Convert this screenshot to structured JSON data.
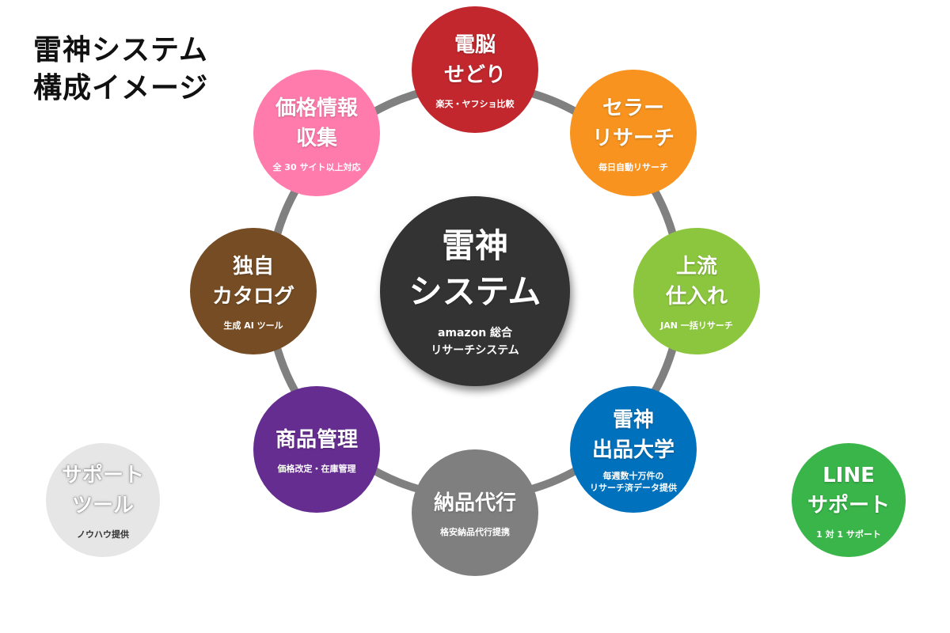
{
  "title": {
    "line1": "雷神システム",
    "line2": "構成イメージ"
  },
  "center": {
    "title": "雷神\nシステム",
    "subtitle": "amazon 総合\nリサーチシステム",
    "color": "#333333"
  },
  "nodes": [
    {
      "id": "denno-sedori",
      "title": "電脳\nせどり",
      "subtitle": "楽天・ヤフショ比較",
      "color": "#C1272D"
    },
    {
      "id": "seller-research",
      "title": "セラー\nリサーチ",
      "subtitle": "毎日自動リサーチ",
      "color": "#F7931E"
    },
    {
      "id": "upstream",
      "title": "上流\n仕入れ",
      "subtitle": "JAN 一括リサーチ",
      "color": "#8CC63F"
    },
    {
      "id": "raijin-university",
      "title": "雷神\n出品大学",
      "subtitle": "毎週数十万件の\nリサーチ済データ提供",
      "color": "#0071BC"
    },
    {
      "id": "delivery-agent",
      "title": "納品代行",
      "subtitle": "格安納品代行提携",
      "color": "#7F7F7F"
    },
    {
      "id": "product-management",
      "title": "商品管理",
      "subtitle": "価格改定・在庫管理",
      "color": "#662D91"
    },
    {
      "id": "own-catalog",
      "title": "独自\nカタログ",
      "subtitle": "生成 AI ツール",
      "color": "#754C24"
    },
    {
      "id": "price-info",
      "title": "価格情報\n収集",
      "subtitle": "全 30 サイト以上対応",
      "color": "#FF7BAC"
    }
  ],
  "extras": [
    {
      "id": "support-tools",
      "title": "サポート\nツール",
      "subtitle": "ノウハウ提供",
      "color": "#E6E6E6"
    },
    {
      "id": "line-support",
      "title": "LINE\nサポート",
      "subtitle": "1 対 1 サポート",
      "color": "#39B54A"
    }
  ],
  "ring_color": "#808080"
}
